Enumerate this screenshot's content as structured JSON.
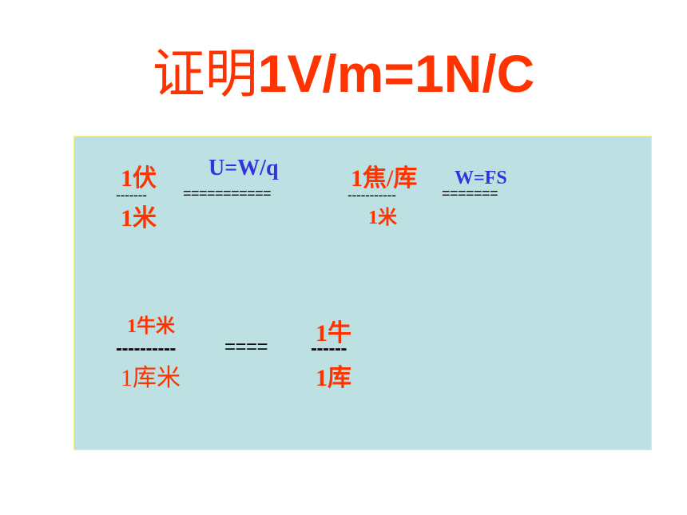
{
  "title": {
    "chinese": "证明",
    "formula": "1V/m=1N/C"
  },
  "row1": {
    "numerator_left": "1伏",
    "denominator_left": "1米",
    "frac_line_left": "-------",
    "hint_voltage": "U=W/q",
    "equals_long": "===========",
    "numerator_mid": "1焦/库",
    "frac_line_mid": "-----------",
    "denominator_mid": "1米",
    "hint_work": "W=FS",
    "equals_right": "======="
  },
  "row2": {
    "numerator_left": "1牛米",
    "frac_line_left": "----------",
    "denominator_left": "1库米",
    "equals": "====",
    "numerator_right": "1牛",
    "frac_line_right": "------",
    "denominator_right": "1库"
  }
}
